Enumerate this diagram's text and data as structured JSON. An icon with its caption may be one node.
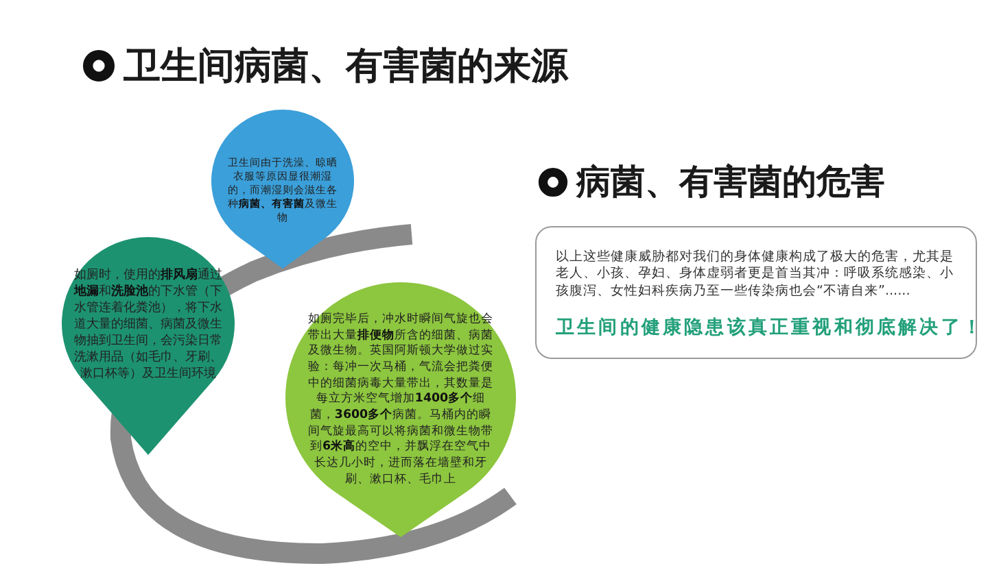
{
  "diagram": {
    "title": "卫生间病菌、有害菌的来源",
    "nodes": [
      {
        "text": [
          "卫生间由于洗澡、晾晒衣服等原因显很潮湿的，而潮湿则会滋生各种**病菌、有害菌**及微生物"
        ]
      },
      {
        "text": [
          "如厕时，使用的**排风扇**通过**地漏**和**洗脸池**的下水管（下水管连着化粪池），将下水道大量的细菌、病菌及微生物抽到卫生间，会污染日常洗漱用品（如毛巾、牙刷、漱口杯等）及卫生间环境"
        ]
      },
      {
        "text": [
          "如厕完毕后，冲水时瞬间气旋也会带出大量**排便物**所含的细菌、病菌及微生物。英国阿斯顿大学做过实验：每冲一次马桶，气流会把粪便中的细菌病毒大量带出，其数量是每立方米空气增加**1400多个**细菌，**3600多个**病菌。马桶内的瞬间气旋最高可以将病菌和微生物带到**6米高**的空中，并飘浮在空气中长达几小时，进而落在墙壁和牙刷、漱口杯、毛巾上"
        ]
      },
      {
        "text": [
          "以上这些健康威胁都对我们的身体健康构成了极大的危害，尤其是老人、小孩、孕妇、身体虚弱者更是首当其冲：呼吸系统感染、小孩腹泻、女性妇科疾病乃至一些传染病也会“不请自来”......",
          "卫生间的健康隐患该真正重视和彻底解决了！"
        ]
      }
    ],
    "labels": [
      "病菌、有害菌的危害"
    ]
  }
}
